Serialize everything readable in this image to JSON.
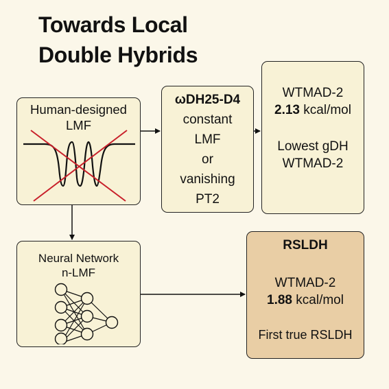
{
  "title": {
    "line1": "Towards Local",
    "line2": "Double Hybrids"
  },
  "human_box": {
    "line1": "Human-designed",
    "line2": "LMF"
  },
  "wdh_box": {
    "name": "ωDH25-D4",
    "line1": "constant",
    "line2": "LMF",
    "line3": "or",
    "line4": "vanishing",
    "line5": "PT2"
  },
  "wtm_box": {
    "label": "WTMAD-2",
    "value": "2.13",
    "unit": " kcal/mol",
    "note1": "Lowest gDH",
    "note2": "WTMAD-2"
  },
  "nn_box": {
    "line1": "Neural Network",
    "line2": "n-LMF"
  },
  "rsl_box": {
    "name": "RSLDH",
    "label": "WTMAD-2",
    "value": "1.88",
    "unit": " kcal/mol",
    "note": "First true RSLDH"
  },
  "colors": {
    "box_fill": "#f8f2d6",
    "highlight_fill": "#e9cea5",
    "cross": "#c8202a",
    "background": "#fbf7e9"
  },
  "icons": [
    "lmf-curve-icon",
    "red-cross-icon",
    "neural-network-icon"
  ]
}
